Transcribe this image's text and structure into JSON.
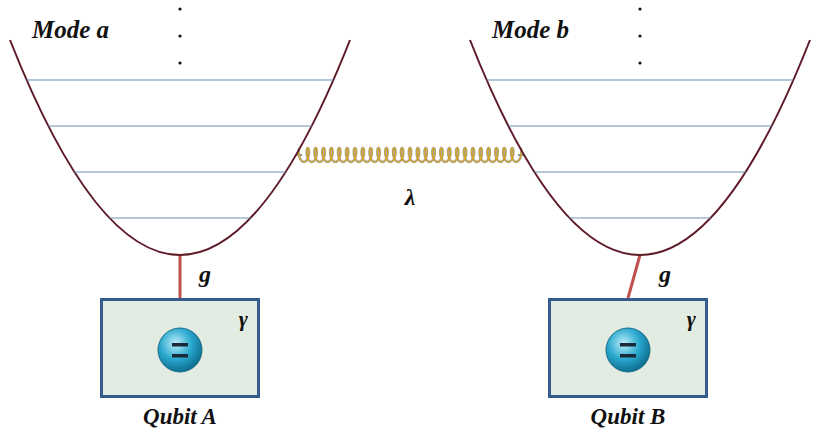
{
  "diagram": {
    "nodes": [
      {
        "text": [
          "Mode a"
        ]
      },
      {
        "text": [
          "Mode b"
        ]
      },
      {
        "text": [
          "γ",
          "Qubit A"
        ]
      },
      {
        "text": [
          "γ",
          "Qubit B"
        ]
      }
    ],
    "edges": [
      {
        "from": 0,
        "to": 1,
        "label": "λ",
        "arrow": "none"
      },
      {
        "from": 0,
        "to": 2,
        "label": "g",
        "arrow": "none"
      },
      {
        "from": 1,
        "to": 3,
        "label": "g",
        "arrow": "none"
      }
    ]
  }
}
